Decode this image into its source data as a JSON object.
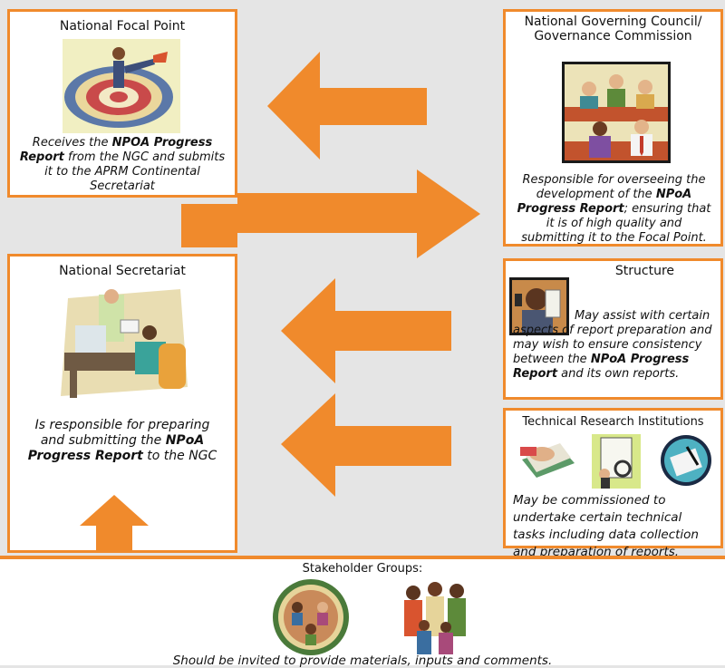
{
  "focal_point": {
    "title": "National Focal Point",
    "desc_1": "Receives the ",
    "desc_bold": "NPOA Progress Report",
    "desc_2": " from the NGC and submits it to the APRM Continental Secretariat"
  },
  "ngc": {
    "title_line1": "National Governing Council/",
    "title_line2": "Governance Commission",
    "desc_1": "Responsible for overseeing the development of the ",
    "desc_bold": "NPoA Progress Report",
    "desc_2": "; ensuring that it is of high quality and submitting it to the Focal Point."
  },
  "secretariat": {
    "title": "National Secretariat",
    "desc_1": "Is responsible for preparing and submitting the ",
    "desc_bold": "NPoA Progress Report",
    "desc_2": " to the NGC"
  },
  "structure": {
    "title": "Structure",
    "desc_1": "May assist with certain aspects of report preparation and may wish to ensure consistency between the ",
    "desc_bold": "NPoA Progress Report",
    "desc_2": " and its own reports."
  },
  "technical": {
    "title": "Technical Research Institutions",
    "desc": "May be commissioned to undertake certain technical tasks including data collection and preparation of reports."
  },
  "stakeholders": {
    "title": "Stakeholder Groups:",
    "desc": "Should be invited to provide materials, inputs and comments."
  },
  "colors": {
    "accent": "#f08a2c",
    "background": "#e5e5e5"
  }
}
